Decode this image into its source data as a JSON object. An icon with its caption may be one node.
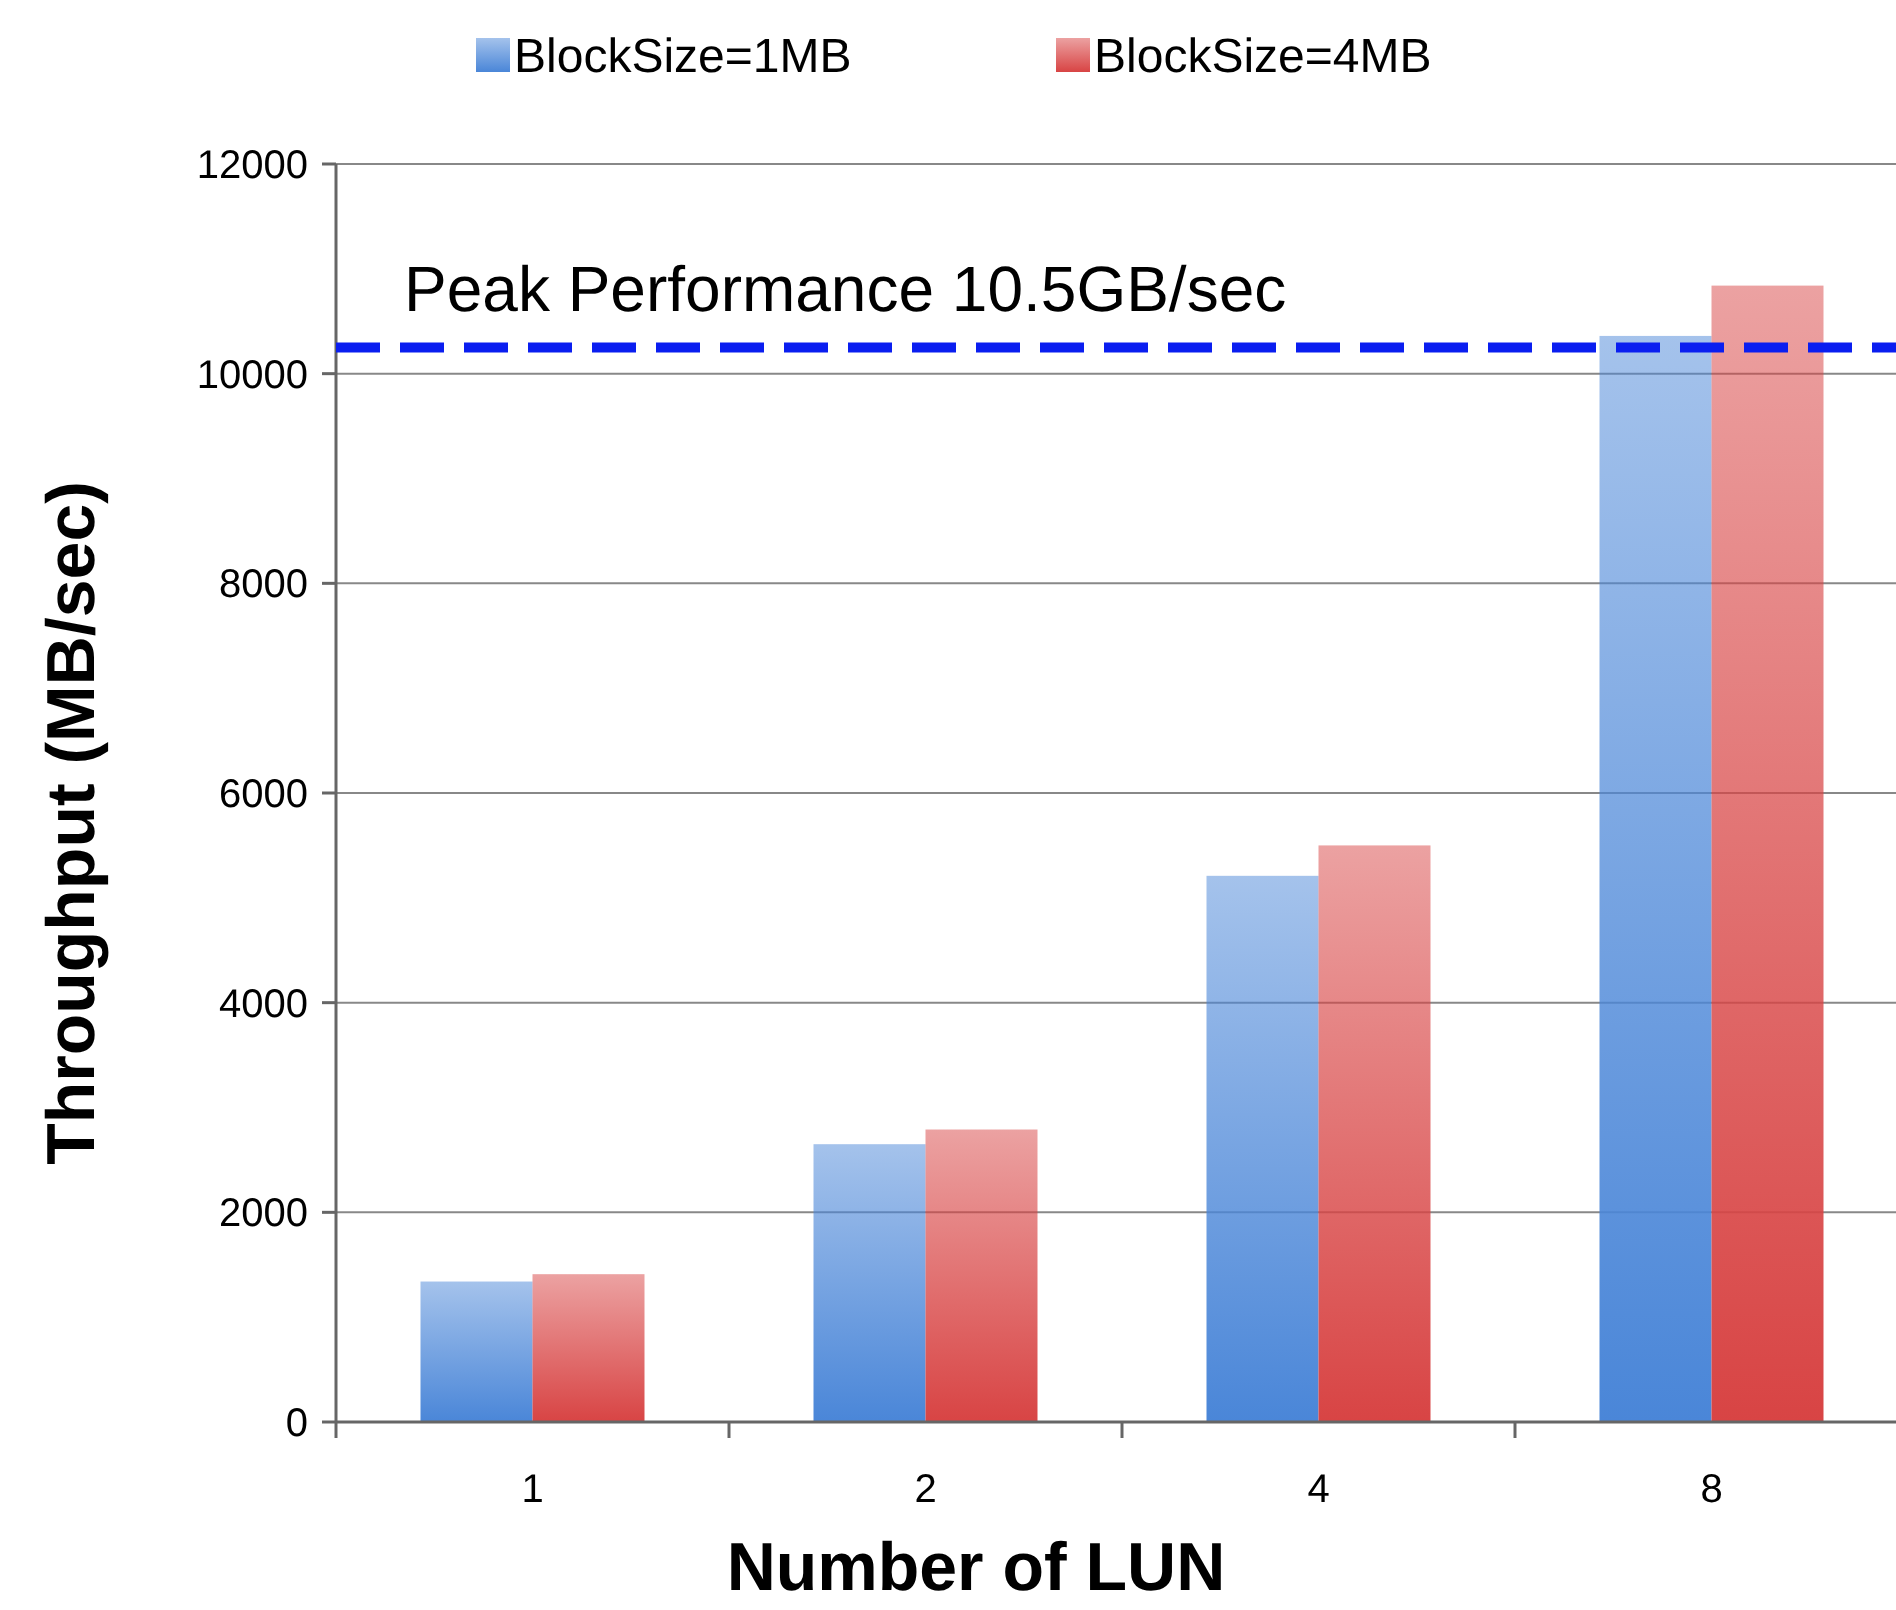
{
  "diagram": {
    "chart_data": {
      "type": "bar",
      "xlabel": "Number of LUN",
      "ylabel": "Throughput (MB/sec)",
      "categories": [
        "1",
        "2",
        "4",
        "8"
      ],
      "series": [
        {
          "name": "BlockSize=1MB",
          "color": "#4a86d8",
          "values": [
            1340,
            2650,
            5210,
            10360
          ]
        },
        {
          "name": "BlockSize=4MB",
          "color": "#d84444",
          "values": [
            1410,
            2790,
            5500,
            10840
          ]
        }
      ],
      "ylim": [
        0,
        12000
      ],
      "yticks": [
        0,
        2000,
        4000,
        6000,
        8000,
        10000,
        12000
      ],
      "grid": "y",
      "legend": "top",
      "ref_lines": [
        {
          "axis": "y",
          "value": 10250,
          "label": "Peak Performance 10.5GB/sec",
          "color": "#0a1ef0"
        }
      ]
    }
  }
}
